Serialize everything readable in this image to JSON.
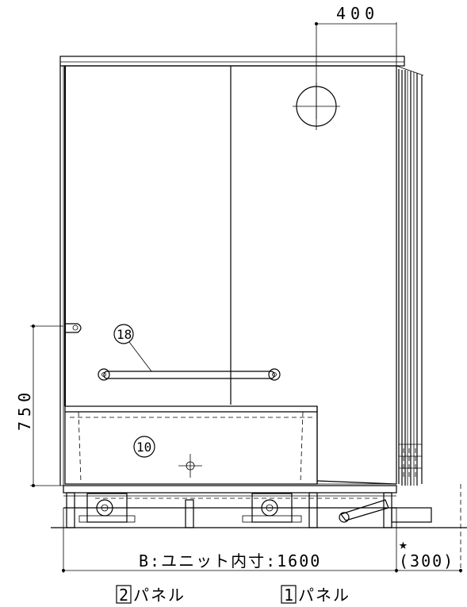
{
  "dimensions": {
    "top_width": "400",
    "height_left": "750",
    "unit_width": "B:ユニット内寸:1600",
    "right_offset": "(300)"
  },
  "marks": {
    "star": "★"
  },
  "balloons": {
    "handrail": "18",
    "bathtub": "10"
  },
  "panels": [
    {
      "number": "2",
      "label": "パネル"
    },
    {
      "number": "1",
      "label": "パネル"
    }
  ]
}
